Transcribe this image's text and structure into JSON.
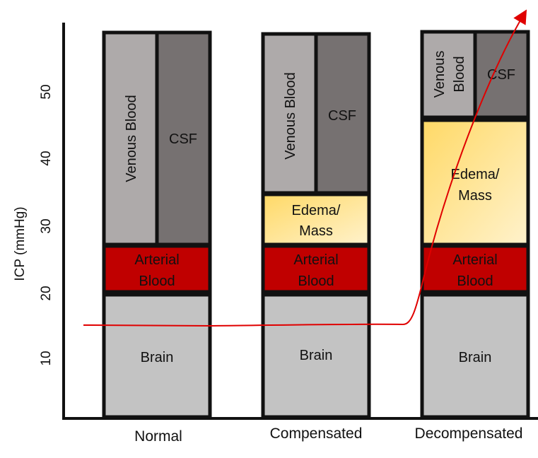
{
  "y_axis": {
    "label": "ICP (mmHg)",
    "ticks": [
      "10",
      "20",
      "30",
      "40",
      "50"
    ]
  },
  "columns": [
    {
      "name": "Normal",
      "blocks": {
        "brain": "Brain",
        "arterial_line1": "Arterial",
        "arterial_line2": "Blood",
        "venous": "Venous Blood",
        "csf": "CSF"
      }
    },
    {
      "name": "Compensated",
      "blocks": {
        "brain": "Brain",
        "arterial_line1": "Arterial",
        "arterial_line2": "Blood",
        "edema_line1": "Edema/",
        "edema_line2": "Mass",
        "venous": "Venous Blood",
        "csf": "CSF"
      }
    },
    {
      "name": "Decompensated",
      "blocks": {
        "brain": "Brain",
        "arterial_line1": "Arterial",
        "arterial_line2": "Blood",
        "edema_line1": "Edema/",
        "edema_line2": "Mass",
        "venous_line1": "Venous",
        "venous_line2": "Blood",
        "csf": "CSF"
      }
    }
  ],
  "colors": {
    "brain": "#c3c3c3",
    "arterial": "#c00000",
    "venous": "#aeaaaa",
    "csf": "#767171",
    "edema_light": "#fff2cc",
    "edema_dark": "#ffd966",
    "curve": "#e00000",
    "outline": "#111111"
  }
}
